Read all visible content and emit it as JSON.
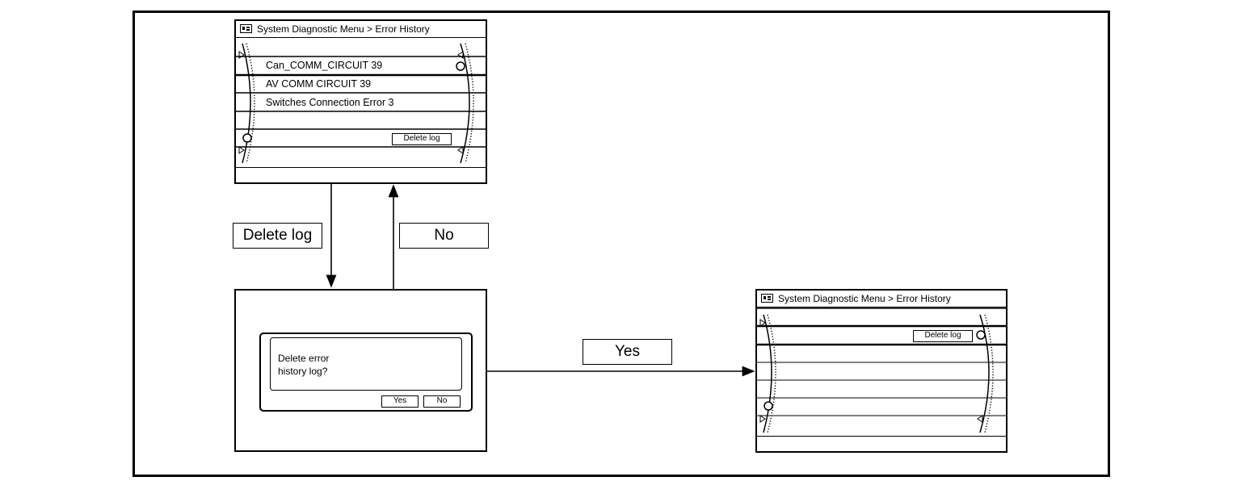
{
  "screen_top": {
    "title": "System Diagnostic Menu > Error History",
    "rows": [
      "Can_COMM_CIRCUIT 39",
      "AV COMM CIRCUIT 39",
      "Switches Connection Error 3"
    ],
    "delete_button": "Delete log"
  },
  "screen_dialog": {
    "line1": "Delete error",
    "line2": "history log?",
    "yes_button": "Yes",
    "no_button": "No"
  },
  "screen_right": {
    "title": "System Diagnostic Menu > Error History",
    "delete_button": "Delete log"
  },
  "labels": {
    "delete_log": "Delete log",
    "no": "No",
    "yes": "Yes"
  }
}
